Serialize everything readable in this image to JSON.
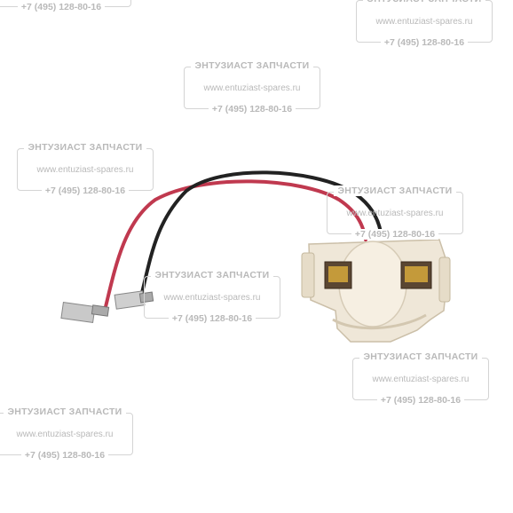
{
  "watermark": {
    "brand": "ЭНТУЗИАСТ ЗАПЧАСТИ",
    "url": "www.entuziast-spares.ru",
    "phone": "+7 (495) 128-80-16"
  }
}
